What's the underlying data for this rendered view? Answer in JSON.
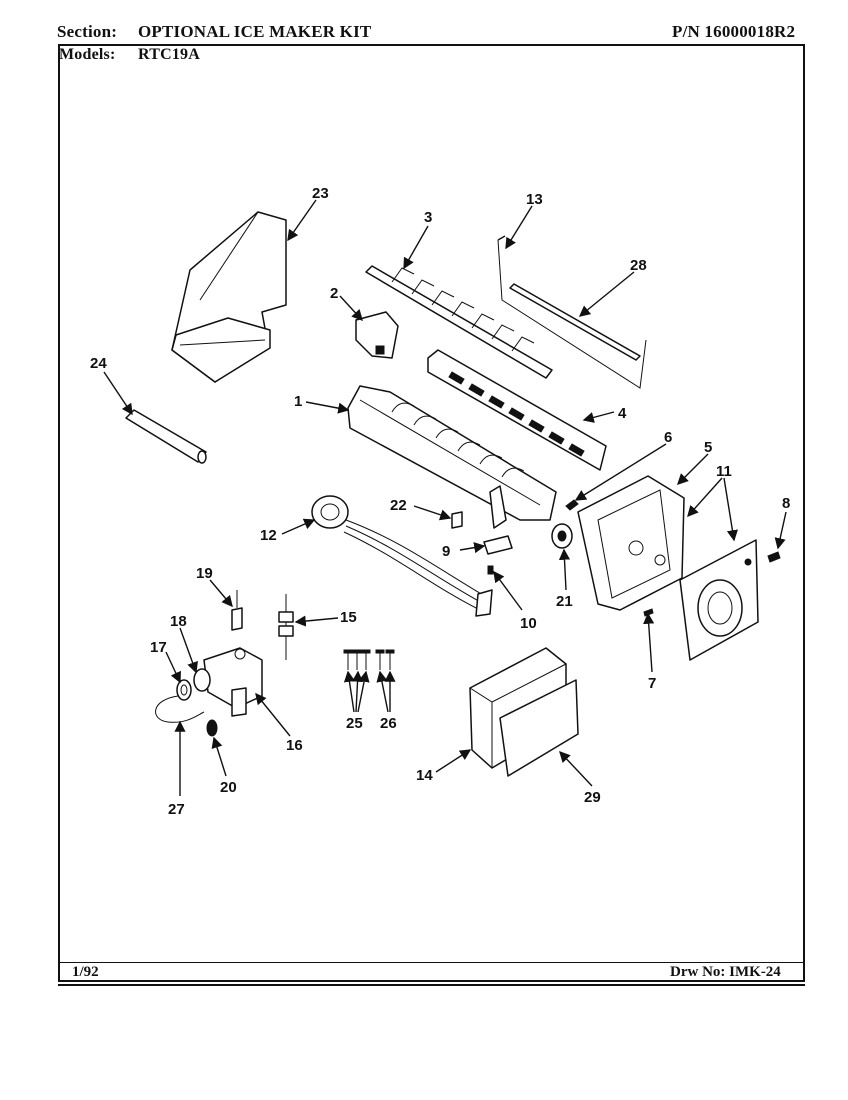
{
  "header": {
    "section_label": "Section:",
    "section_value": "OPTIONAL ICE MAKER KIT",
    "pn": "P/N 16000018R2",
    "models_label": "Models:",
    "models_value": "RTC19A"
  },
  "footer": {
    "date": "1/92",
    "drawing_no": "Drw No: IMK-24"
  },
  "callouts": {
    "p1": "1",
    "p2": "2",
    "p3": "3",
    "p4": "4",
    "p5": "5",
    "p6": "6",
    "p7": "7",
    "p8": "8",
    "p9": "9",
    "p10": "10",
    "p11": "11",
    "p12": "12",
    "p13": "13",
    "p14": "14",
    "p15": "15",
    "p16": "16",
    "p17": "17",
    "p18": "18",
    "p19": "19",
    "p20": "20",
    "p21": "21",
    "p22": "22",
    "p23": "23",
    "p24": "24",
    "p25": "25",
    "p26": "26",
    "p27": "27",
    "p28": "28",
    "p29": "29"
  }
}
